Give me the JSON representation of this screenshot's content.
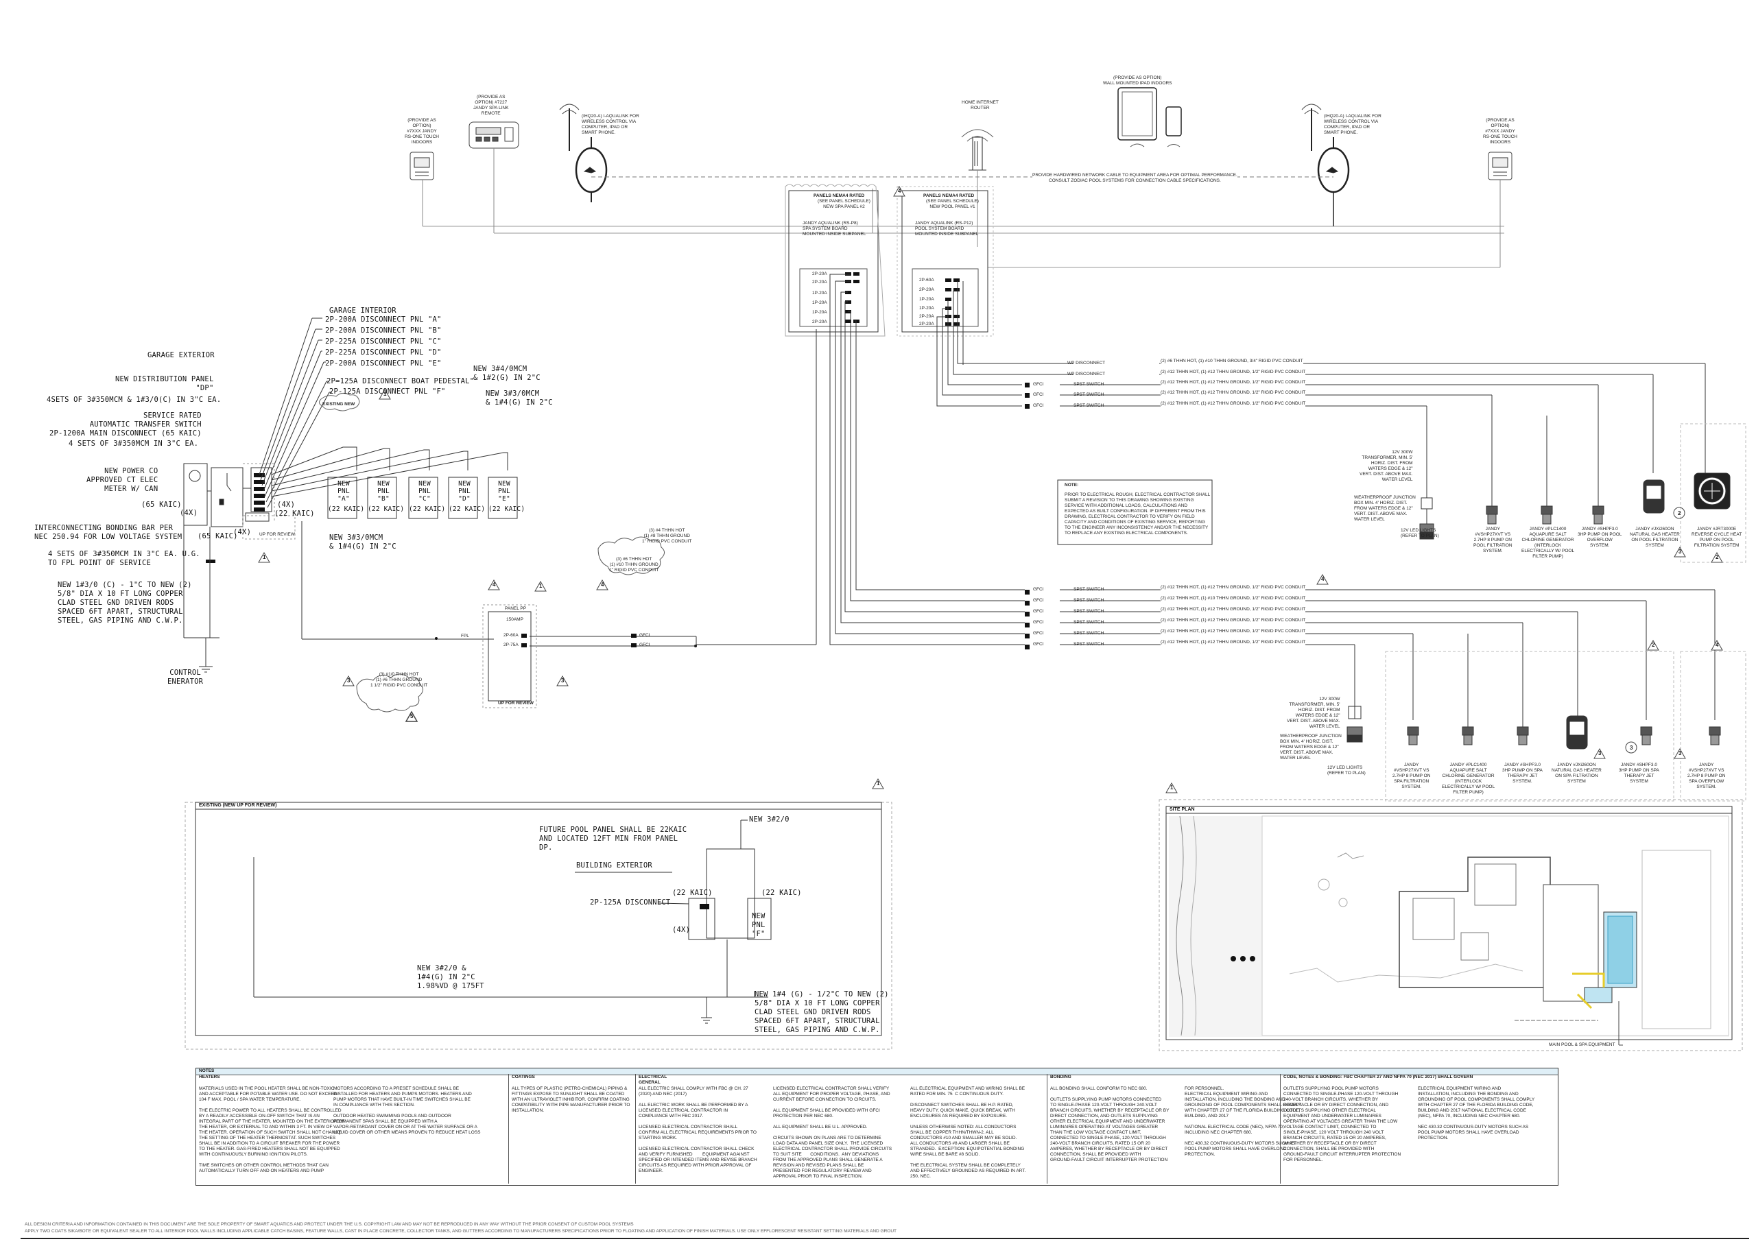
{
  "top": {
    "remote_left": "(PROVIDE AS\nOPTION)\n#7XXX JANDY\nRS-ONE TOUCH\nINDOORS",
    "remote_mid": "(PROVIDE AS\nOPTION) #7227\nJANDY SPA LINK\nREMOTE",
    "antenna_left": "(IHQ20-A) I-AQUALINK FOR\nWIRELESS CONTROL VIA\nCOMPUTER, IPAD OR\nSMART PHONE.",
    "router": "HOME INTERNET\nROUTER",
    "ipad": "(PROVIDE AS OPTION)\nWALL MOUNTED IPAD INDOORS",
    "antenna_right": "(IHQ20-A) I-AQUALINK FOR\nWIRELESS CONTROL VIA\nCOMPUTER, IPAD OR\nSMART PHONE.",
    "remote_right": "(PROVIDE AS\nOPTION)\n#7XXX JANDY\nRS-ONE TOUCH\nINDOORS",
    "cable_note": "PROVIDE HARDWIRED NETWORK CABLE TO EQUIPMENT AREA FOR OPTIMAL PERFORMANCE.\nCONSULT ZODIAC POOL SYSTEMS FOR CONNECTION CABLE SPECIFICATIONS."
  },
  "panels": {
    "spa_title": "PANELS NEMA4 RATED",
    "spa_sub": "(SEE PANEL SCHEDULE)\nNEW SPA PANEL #2",
    "spa_board": "JANDY AQUALINK (RS-P8)\nSPA SYSTEM BOARD\nMOUNTED INSIDE SUBPANEL",
    "pool_title": "PANELS NEMA4 RATED",
    "pool_sub": "(SEE PANEL SCHEDULE)\nNEW POOL PANEL #1",
    "pool_board": "JANDY AQUALINK (RS-P12)\nPOOL SYSTEM BOARD\nMOUNTED INSIDE SUBPANEL",
    "breaker_lbls": [
      "2P-20A",
      "2P-20A",
      "1P-20A",
      "1P-20A",
      "1P-20A",
      "2P-20A"
    ],
    "pool_breakers": [
      "2P-60A",
      "2P-20A",
      "1P-20A",
      "1P-20A",
      "2P-20A",
      "2P-20A"
    ]
  },
  "circuits_pool": [
    {
      "tag": "",
      "sw": "WP DISCONNECT",
      "wire": "(2) #6 THHN HOT, (1) #10 THHN GROUND, 3/4\" RIGID PVC CONDUIT"
    },
    {
      "tag": "",
      "sw": "WP DISCONNECT",
      "wire": "(2) #12 THHN HOT, (1) #12 THHN GROUND, 1/2\" RIGID PVC CONDUIT"
    },
    {
      "tag": "GFCI",
      "sw": "SPST SWITCH",
      "wire": "(2) #12 THHN HOT, (1) #12 THHN GROUND, 1/2\" RIGID PVC CONDUIT"
    },
    {
      "tag": "GFCI",
      "sw": "SPST SWITCH",
      "wire": "(2) #12 THHN HOT, (1) #12 THHN GROUND, 1/2\" RIGID PVC CONDUIT"
    },
    {
      "tag": "GFCI",
      "sw": "SPST SWITCH",
      "wire": "(2) #12 THHN HOT, (1) #12 THHN GROUND, 1/2\" RIGID PVC CONDUIT"
    }
  ],
  "circuits_spa": [
    {
      "tag": "GFCI",
      "sw": "SPST SWITCH",
      "wire": "(2) #12 THHN HOT, (1) #12 THHN GROUND, 1/2\" RIGID PVC CONDUIT"
    },
    {
      "tag": "GFCI",
      "sw": "SPST SWITCH",
      "wire": "(2) #12 THHN HOT, (1) #10 THHN GROUND, 1/2\" RIGID PVC CONDUIT"
    },
    {
      "tag": "GFCI",
      "sw": "SPST SWITCH",
      "wire": "(2) #12 THHN HOT, (1) #12 THHN GROUND, 1/2\" RIGID PVC CONDUIT"
    },
    {
      "tag": "GFCI",
      "sw": "SPST SWITCH",
      "wire": "(2) #12 THHN HOT, (1) #12 THHN GROUND, 1/2\" RIGID PVC CONDUIT"
    },
    {
      "tag": "GFCI",
      "sw": "SPST SWITCH",
      "wire": "(2) #12 THHN HOT, (1) #12 THHN GROUND, 1/2\" RIGID PVC CONDUIT"
    },
    {
      "tag": "GFCI",
      "sw": "SPST SWITCH",
      "wire": "(2) #12 THHN HOT, (1) #12 THHN GROUND, 1/2\" RIGID PVC CONDUIT"
    }
  ],
  "note_box": {
    "title": "NOTE:",
    "body": "PRIOR TO ELECTRICAL ROUGH, ELECTRICAL CONTRACTOR SHALL\nSUBMIT A REVISION TO THIS DRAWING SHOWING EXISTING\nSERVICE WITH ADDITIONAL LOADS, CALCULATIONS AND\nEXPECTED AS BUILT CONFIGURATION. IF DIFFERENT FROM THIS\nDRAWING, ELECTRICAL CONTRACTOR TO VERIFY ON FIELD\nCAPACITY AND CONDITIONS OF EXISTING SERVICE, REPORTING\nTO THE ENGINEER ANY INCONSISTENCY AND/OR THE NECESSITY\nTO REPLACE ANY EXISTING ELECTRICAL COMPONENTS."
  },
  "equip_pool": {
    "transformer": "12V 300W\nTRANSFORMER, MIN. 5'\nHORIZ. DIST. FROM\nWATERS EDGE & 12\"\nVERT. DIST. ABOVE MAX.\nWATER LEVEL",
    "junction": "WEATHERPROOF JUNCTION\nBOX MIN. 4' HORIZ. DIST.\nFROM WATERS EDGE & 12\"\nVERT. DIST. ABOVE MAX.\nWATER LEVEL",
    "led": "12V LED LIGHTS\n(REFER TO PLAN)",
    "items": [
      "JANDY\n#VSHP27XVT VS\n2.7HP 8 PUMP ON\nPOOL FILTRATION\nSYSTEM.",
      "JANDY #PLC1400\nAQUAPURE SALT\nCHLORINE GENERATOR\n(INTERLOCK\nELECTRICALLY W/ POOL\nFILTER PUMP)",
      "JANDY #SHPF3.0\n3HP PUMP ON POOL\nOVERFLOW\nSYSTEM.",
      "JANDY #JXi260ON\nNATURAL GAS HEATER\nON POOL FILTRATION\nSYSTEM",
      "JANDY #JRT3000E\nREVERSE CYCLE HEAT\nPUMP ON POOL\nFILTRATION SYSTEM"
    ]
  },
  "equip_spa": {
    "transformer": "12V 300W\nTRANSFORMER, MIN. 5'\nHORIZ. DIST. FROM\nWATERS EDGE & 12\"\nVERT. DIST. ABOVE MAX.\nWATER LEVEL",
    "junction": "WEATHERPROOF JUNCTION\nBOX MIN. 4' HORIZ. DIST.\nFROM WATERS EDGE & 12\"\nVERT. DIST. ABOVE MAX.\nWATER LEVEL",
    "led": "12V LED LIGHTS\n(REFER TO PLAN)",
    "items": [
      "JANDY\n#VSHP27XVT VS\n2.7HP 8 PUMP ON\nSPA FILTRATION\nSYSTEM.",
      "JANDY #PLC1400\nAQUAPURE SALT\nCHLORINE GENERATOR\n(INTERLOCK\nELECTRICALLY W/ POOL\nFILTER PUMP)",
      "JANDY #SHPF3.0\n3HP PUMP ON SPA\nTHERAPY JET\nSYSTEM.",
      "JANDY #JXi260ON\nNATURAL GAS HEATER\nON SPA FILTRATION\nSYSTEM",
      "JANDY #SHPF3.0\n3HP PUMP ON SPA\nTHERAPY JET\nSYSTEM",
      "JANDY\n#VSHP27XVT VS\n2.7HP 8 PUMP ON\nSPA OVERFLOW\nSYSTEM."
    ]
  },
  "left": {
    "garage_interior": "GARAGE INTERIOR",
    "garage_exterior": "GARAGE EXTERIOR",
    "disconnects": [
      "2P-200A DISCONNECT PNL \"A\"",
      "2P-200A DISCONNECT PNL \"B\"",
      "2P-225A DISCONNECT PNL \"C\"",
      "2P-225A DISCONNECT PNL \"D\"",
      "2P-200A DISCONNECT PNL \"E\""
    ],
    "boat": "2P=125A DISCONNECT BOAT PEDESTAL\"",
    "pnl_f": "2P-125A DISCONNECT PNL \"F\"",
    "existing_new": "EXISTING NEW",
    "new_dist": "NEW DISTRIBUTION PANEL\n\"DP\"",
    "four_sets": "4SETS OF 3#350MCM & 1#3/0(C) IN 3\"C EA.",
    "service": "SERVICE RATED\nAUTOMATIC TRANSFER SWITCH\n2P-1200A MAIN DISCONNECT (65 KAIC)",
    "four_sets2": "4 SETS OF 3#350MCM IN 3\"C EA.",
    "power_co": "NEW POWER CO\nAPPROVED CT ELEC\nMETER W/ CAN",
    "kaic65a": "(65 KAIC)",
    "x4a": "(4X)",
    "kaic65b": "(65 KAIC)",
    "x4b": "(4X)",
    "bonding": "INTERCONNECTING BONDING BAR PER\nNEC 250.94 FOR LOW VOLTAGE SYSTEM",
    "fpl": "4 SETS OF 3#350MCM IN 3\"C EA. U.G.\nTO FPL POINT OF SERVICE",
    "ground": "NEW 1#3/0 (C) - 1\"C TO NEW (2)\n5/8\" DIA X 10 FT LONG COPPER\nCLAD STEEL GND DRIVEN RODS\nSPACED 6FT APART, STRUCTURAL\nSTEEL, GAS PIPING AND C.W.P.",
    "generator": "CONTROL\nENERATOR",
    "x4c": "(4X)",
    "kaic22": "(22 KAIC)",
    "new34a": "NEW 3#4/0MCM\n& 1#2(G) IN 2\"C",
    "new34b": "NEW 3#3/0MCM\n& 1#4(G) IN 2\"C",
    "new33": "NEW 3#3/0MCM\n& 1#4(G) IN 2\"C",
    "pnls": [
      {
        "name": "NEW\nPNL\n\"A\"",
        "kaic": "(22 KAIC)"
      },
      {
        "name": "NEW\nPNL\n\"B\"",
        "kaic": "(22 KAIC)"
      },
      {
        "name": "NEW\nPNL\n\"C\"",
        "kaic": "(22 KAIC)"
      },
      {
        "name": "NEW\nPNL\n\"D\"",
        "kaic": "(22 KAIC)"
      },
      {
        "name": "NEW\nPNL\n\"E\"",
        "kaic": "(22 KAIC)"
      }
    ],
    "for_review": "UP FOR REVIEW",
    "wire_a": "(3) #4 THHN HOT\n(1) #8 THHN GROUND\n1\" RIGID PVC CONDUIT",
    "wire_b": "(3) #6 THHN HOT\n(1) #10 THHN GROUND\n1\" RIGID PVC CONDUIT",
    "wire_c": "(3) #1/0 THHN HOT\n(1) #6 THHN GROUND\n1 1/2\" RIGID PVC CONDUIT",
    "panel_pp": "PANEL PP",
    "panel_pp_amp": "150AMP",
    "pp_b1": "2P-60A",
    "pp_b2": "2P-75A",
    "fpl_tag": "FPL",
    "gfci_a": "GFCI",
    "gfci_b": "GFCI"
  },
  "detail": {
    "title": "EXISTING (NEW UP FOR REVIEW)",
    "future": "FUTURE POOL PANEL SHALL BE 22KAIC\nAND LOCATED 12FT MIN FROM PANEL\nDP.",
    "new320": "NEW 3#2/0",
    "bldg": "BUILDING EXTERIOR",
    "disc": "2P-125A DISCONNECT",
    "kaic_l": "(22 KAIC)",
    "kaic_r": "(22 KAIC)",
    "x4": "(4X)",
    "pnl_f": "NEW\nPNL\n\"F\"",
    "feeder": "NEW 3#2/0 &\n1#4(G) IN 2\"C\n1.98%VD @ 175FT",
    "ground": "NEW 1#4 (G) - 1/2\"C TO NEW (2)\n5/8\" DIA X 10 FT LONG COPPER\nCLAD STEEL GND DRIVEN RODS\nSPACED 6FT APART, STRUCTURAL\nSTEEL, GAS PIPING AND C.W.P."
  },
  "site": {
    "title": "SITE PLAN",
    "callout": "MAIN POOL & SPA EQUIPMENT"
  },
  "notes": {
    "title": "NOTES",
    "cols": [
      {
        "h": "HEATERS",
        "t1": "MATERIALS USED IN THE POOL HEATER SHALL BE NON-TOXIC\nAND ACCEPTABLE FOR POTABLE WATER USE. DO NOT EXCEED\n104 F MAX. POOL / SPA WATER TEMPERATURE.\n\nTHE ELECTRIC POWER TO ALL HEATERS SHALL BE CONTROLLED\nBY A READILY ACCESSIBLE ON-OFF SWITCH THAT IS AN\nINTEGRAL PART OF THE HEATER, MOUNTED ON THE EXTERIOR OF\nTHE HEATER, OR EXTERNAL TO AND WITHIN 3 FT. IN VIEW OF\nTHE HEATER. OPERATION OF SUCH SWITCH SHALL NOT CHANGE\nTHE SETTING OF THE HEATER THERMOSTAT. SUCH SWITCHES\nSHALL BE IN ADDITION TO A CIRCUIT BREAKER FOR THE POWER\nTO THE HEATER. GAS-FIRED HEATERS SHALL NOT BE EQUIPPED\nWITH CONTINUOUSLY BURNING IGNITION PILOTS.\n\nTIME SWITCHES OR OTHER CONTROL METHODS THAT CAN\nAUTOMATICALLY TURN OFF AND ON HEATERS AND PUMP",
        "t2": "MOTORS ACCORDING TO A PRESET SCHEDULE SHALL BE\nINSTALLED FOR HEATERS AND PUMPS MOTORS. HEATERS AND\nPUMP MOTORS THAT HAVE BUILT-IN TIME SWITCHES SHALL BE\nIN COMPLIANCE WITH THIS SECTION.\n\nOUTDOOR HEATED SWIMMING POOLS AND OUTDOOR\nPERMANENT SPAS SHALL BE EQUIPPED WITH A\nVAPOR-RETARDANT COVER ON OR AT THE WATER SURFACE OR A\nLIQUID COVER OR OTHER MEANS PROVEN TO REDUCE HEAT LOSS"
      },
      {
        "h": "COATINGS",
        "t1": "ALL TYPES OF PLASTIC (PETRO-CHEMICAL) PIPING &\nFITTINGS EXPOSE TO SUNLIGHT SHALL BE COATED\nWITH AN ULTRAVIOLET INHIBITOR. CONFIRM COATING\nCOMPATIBILITY WITH PIPE MANUFACTURER PRIOR TO\nINSTALLATION.",
        "t2": ""
      },
      {
        "h": "ELECTRICAL\nGENERAL",
        "t1": "ALL ELECTRIC SHALL COMPLY WITH FBC @ CH. 27\n(2020) AND NEC (2017)\n\nALL ELECTRIC WORK SHALL BE PERFORMED BY A\nLICENSED ELECTRICAL CONTRACTOR IN\nCOMPLIANCE WITH FBC 2017.\n\nLICENSED ELECTRICAL CONTRACTOR SHALL\nCONFIRM ALL ELECTRICAL REQUIREMENTS PRIOR TO\nSTARTING WORK.\n\nLICENSED ELECTRICAL CONTRACTOR SHALL CHECK\nAND VERIFY FURNISHED        EQUIPMENT AGAINST\nSPECIFIED OR INTENDED ITEMS AND REVISE BRANCH\nCIRCUITS AS REQUIRED WITH PRIOR APPROVAL OF\nENGINEER.",
        "t2": "LICENSED ELECTRICAL CONTRACTOR SHALL VERIFY\nALL EQUIPMENT FOR PROPER VOLTAGE, PHASE, AND\nCURRENT BEFORE CONNECTION TO CIRCUITS.\n\nALL EQUIPMENT SHALL BE PROVIDED WITH GFCI\nPROTECTION PER NEC 680.\n\nALL EQUIPMENT SHALL BE U.L. APPROVED.\n\nCIRCUITS SHOWN ON PLANS ARE TO DETERMINE\nLOAD DATA AND PANEL SIZE ONLY.  THE LICENSED\nELECTRICAL CONTRACTOR SHALL PROVIDE CIRCUITS\nTO SUIT SITE       CONDITIONS.  ANY DEVIATIONS\nFROM THE APPROVED PLANS SHALL GENERATE A\nREVISION AND REVISED PLANS SHALL BE\nPRESENTED FOR REGULATORY REVIEW AND\nAPPROVAL PRIOR TO FINAL INSPECTION.",
        "t3": "ALL ELECTRICAL EQUIPMENT AND WIRING SHALL BE\nRATED FOR MIN. 75  C CONTINUOUS DUTY.\n\nDISCONNECT SWITCHES SHALL BE H.P. RATED,\nHEAVY DUTY, QUICK MAKE, QUICK BREAK, WITH\nENCLOSURES AS REQUIRED BY EXPOSURE.\n\nUNLESS OTHERWISE NOTED: ALL CONDUCTORS\nSHALL BE COPPER THHN/THWN-2. ALL\nCONDUCTORS #10 AND SMALLER MAY BE SOLID.\nALL CONDUCTORS #8 AND LARGER SHALL BE\nSTRANDED.  EXCEPTION: EQUIPOTENTIAL BONDING\nWIRE SHALL BE BARE #8 SOLID.\n\nTHE ELECTRICAL SYSTEM SHALL BE COMPLETELY\nAND EFFECTIVELY GROUNDED AS REQUIRED IN ART.\n250, NEC."
      },
      {
        "h": "BONDING",
        "t1": "ALL BONDING SHALL CONFORM TO NEC 680.\n\nOUTLETS SUPPLYING PUMP MOTORS CONNECTED\nTO SINGLE-PHASE 120-VOLT THROUGH 240-VOLT\nBRANCH CIRCUITS, WHETHER BY RECEPTACLE OR BY\nDIRECT CONNECTION, AND OUTLETS SUPPLYING\nOTHER ELECTRICAL EQUIPMENT AND UNDERWATER\nLUMINAIRES OPERATING AT VOLTAGES GREATER\nTHAN THE LOW VOLTAGE CONTACT LIMIT,\nCONNECTED TO SINGLE PHASE, 120-VOLT THROUGH\n240-VOLT BRANCH CIRCUITS, RATED 15 OR 20\nAMPERES, WHETHER BY RECEPTACLE OR BY DIRECT\nCONNECTION, SHALL BE PROVIDED WITH\nGROUND-FAULT CIRCUIT INTERRUPTER PROTECTION",
        "t2": "FOR PERSONNEL.\nELECTRICAL EQUIPMENT WIRING AND\nINSTALLATION, INCLUDING THE BONDING AND\nGROUNDING OF POOL COMPONENTS SHALL COMPLY\nWITH CHAPTER 27 OF THE FLORIDA BUILDING CODE,\nBUILDING, AND 2017\n\nNATIONAL ELECTRICAL CODE (NEC), NFPA 70,\nINCLUDING NEC CHAPTER 680.\n\nNEC 430.32 CONTINUOUS-DUTY MOTORS SUCH AS\nPOOL PUMP MOTORS SHALL HAVE OVERLOAD\nPROTECTION."
      },
      {
        "h": "CODE, NOTES & BONDING: FBC CHAPTER 27 AND NFPA 70 (NEC 2017) SHALL GOVERN",
        "t1": "OUTLETS SUPPLYING POOL PUMP MOTORS\nCONNECTED TO SINGLE-PHASE 120-VOLT THROUGH\n240-VOLT BRANCH CIRCUITS, WHETHER BY\nRECEPTACLE OR BY DIRECT CONNECTION, AND\nOUTLETS SUPPLYING OTHER ELECTRICAL\nEQUIPMENT AND UNDERWATER LUMINAIRES\nOPERATING AT VOLTAGES GREATER THAN THE LOW\nVOLTAGE CONTACT LIMIT, CONNECTED TO\nSINGLE-PHASE, 120 VOLT THROUGH 240 VOLT\nBRANCH CIRCUITS, RATED 15 OR 20 AMPERES,\nWHETHER BY RECEPTACLE OR BY DIRECT\nCONNECTION, SHALL BE PROVIDED WITH\nGROUND-FAULT CIRCUIT INTERRUPTER PROTECTION\nFOR PERSONNEL.",
        "t2": "ELECTRICAL EQUIPMENT WIRING AND\nINSTALLATION, INCLUDING THE BONDING AND\nGROUNDING OF POOL COMPONENTS SHALL COMPLY\nWITH CHAPTER 27 OF THE FLORIDA BUILDING CODE,\nBUILDING AND 2017 NATIONAL ELECTRICAL CODE\n(NEC), NFPA 70, INCLUDING NEC CHAPTER 680.\n\nNEC 430.32 CONTINUOUS-DUTY MOTORS SUCH AS\nPOOL PUMP MOTORS SHALL HAVE OVERLOAD\nPROTECTION."
      }
    ]
  },
  "footer": {
    "line1": "ALL DESIGN CRITERIA AND INFORMATION CONTAINED IN THIS DOCUMENT ARE THE SOLE PROPERTY OF SMART AQUATICS AND PROTECT UNDER THE U.S. COPYRIGHT LAW AND MAY NOT BE REPRODUCED IN ANY WAY WITHOUT THE PRIOR CONSENT OF CUSTOM POOL SYSTEMS",
    "line2": "APPLY TWO COATS SIKA/BOTE OR EQUIVALENT SEALER TO ALL INTERIOR POOL WALLS INCLUDING APPLICABLE CATCH BASINS, FEATURE WALLS, CAST IN PLACE CONCRETE, COLLECTOR TANKS, AND GUTTERS ACCORDING TO MANUFACTURERS SPECIFICATIONS PRIOR TO FLOATING AND APPLICATION OF FINISH MATERIALS. USE ONLY EFFLORESCENT RESISTANT SETTING MATERIALS AND GROUT"
  },
  "revisions": [
    "1",
    "2",
    "3",
    "4",
    "5"
  ]
}
